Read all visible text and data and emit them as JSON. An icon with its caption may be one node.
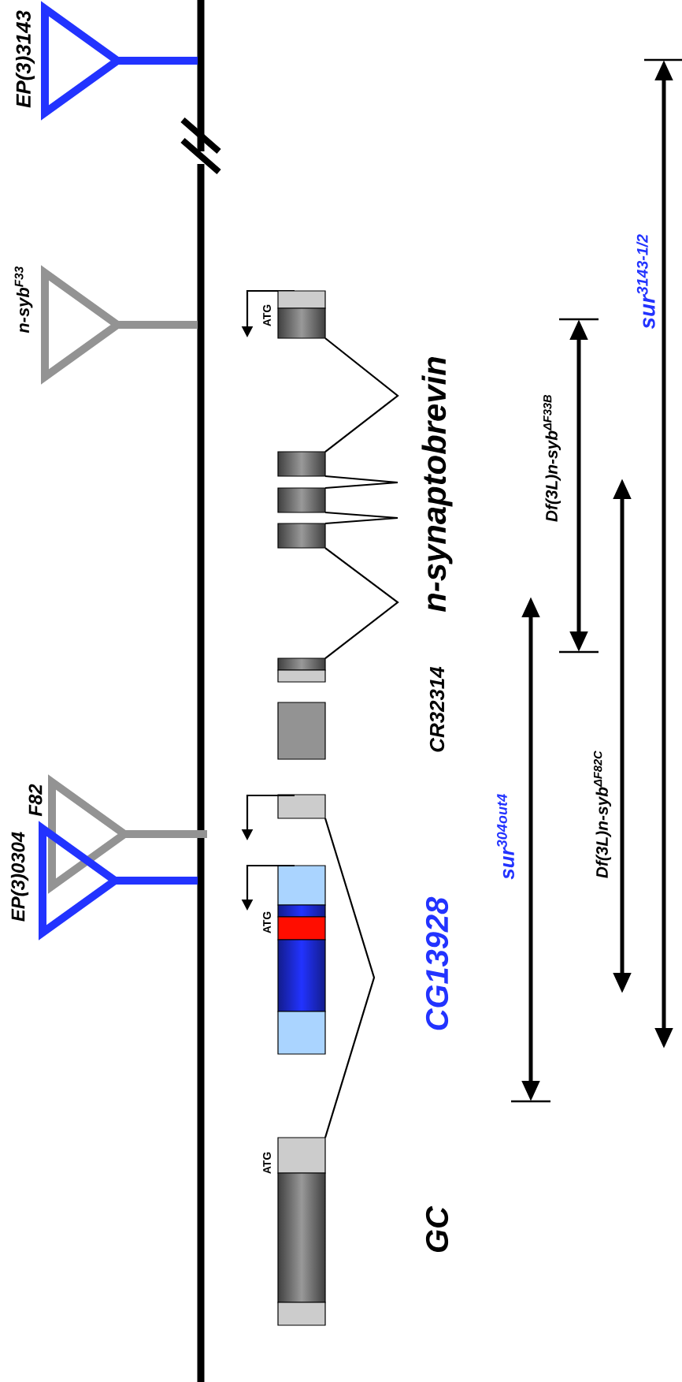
{
  "diagram": {
    "labels": [
      "EP(3)3143",
      "n-syb$^{F33}$",
      "F82",
      "EP(3)0304",
      "ATG",
      "n-synaptobrevin",
      "CR32314",
      "ATG",
      "CG13928",
      "ATG",
      "GC",
      "sur$^{304out4}$",
      "Df(3L)n-syb$^{ΔF33B}$",
      "Df(3L)n-syb$^{ΔF82C}$",
      "sur$^{3143-1/2}$"
    ]
  }
}
